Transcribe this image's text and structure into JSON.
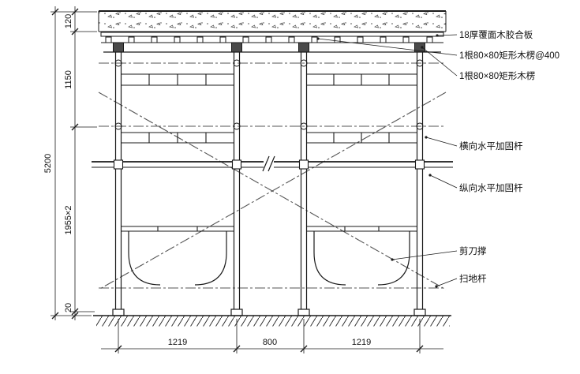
{
  "annotations": {
    "plywood": "18厚覆面木胶合板",
    "joist_400": "1根80×80矩形木楞@400",
    "joist": "1根80×80矩形木楞",
    "transverse_brace": "横向水平加固杆",
    "longitudinal_brace": "纵向水平加固杆",
    "scissor_brace": "剪刀撑",
    "sweep_bar": "扫地杆"
  },
  "dimensions": {
    "vertical": {
      "slab": "120",
      "upper": "1150",
      "tiers": "1955×2",
      "base": "20",
      "overall": "5200"
    },
    "horizontal": {
      "left_bay": "1219",
      "middle_bay": "800",
      "right_bay": "1219"
    }
  },
  "colors": {
    "line": "#1a1a1a",
    "centerline": "#555555",
    "background": "#ffffff"
  }
}
